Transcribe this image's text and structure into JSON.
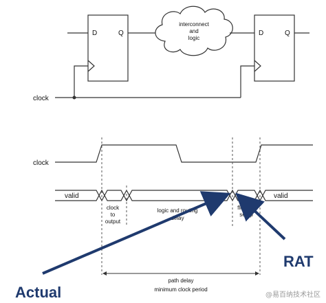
{
  "circuit": {
    "ff1": {
      "d_label": "D",
      "q_label": "Q"
    },
    "ff2": {
      "d_label": "D",
      "q_label": "Q"
    },
    "cloud": {
      "line1": "interconnect",
      "line2": "and",
      "line3": "logic"
    },
    "clock_label": "clock"
  },
  "timing": {
    "clock_label": "clock",
    "valid_left": "valid",
    "valid_right": "valid",
    "segments": {
      "clock_to_output": [
        "clock",
        "to",
        "output"
      ],
      "logic_routing": [
        "logic and routing",
        "delay"
      ],
      "flipflop_setup": [
        "flip-flop",
        "setup"
      ]
    },
    "path_delay": "path delay",
    "min_clock_period": "minimum clock period"
  },
  "annotations": {
    "actual": "Actual",
    "rat": "RAT"
  },
  "watermark": "@易百纳技术社区",
  "colors": {
    "annotation_arrow": "#1f3a6e"
  }
}
